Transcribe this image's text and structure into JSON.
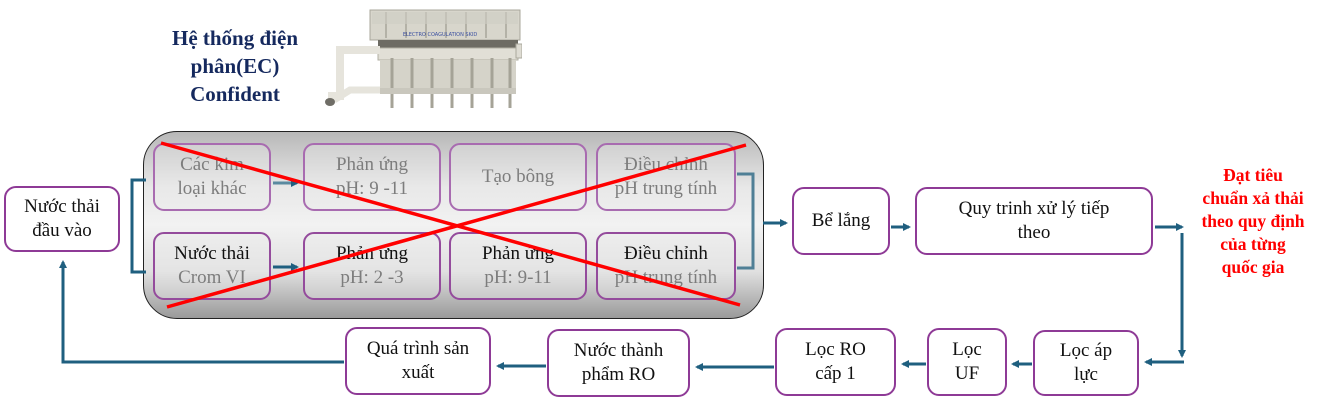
{
  "ec_system": {
    "title_lines": [
      "Hệ thống điện",
      "phân(EC)",
      "Confident"
    ],
    "image_label": "ELECTRO COAGULATION SKID",
    "image_icon": "electro-coagulation-skid-image"
  },
  "input": {
    "line1": "Nước thải",
    "line2": "đầu vào"
  },
  "crossed_out_process": {
    "top_row": [
      {
        "line1": "Các kim",
        "line2": "loại khác"
      },
      {
        "line1": "Phản ứng",
        "line2": "pH: 9 -11"
      },
      {
        "line1": "Tạo bông",
        "line2": ""
      },
      {
        "line1": "Điều chỉnh",
        "line2": "pH trung tính"
      }
    ],
    "bottom_row": [
      {
        "line1": "Nước thải",
        "line2": "Crom VI"
      },
      {
        "line1": "Phản ứng",
        "line2": "pH: 2 -3"
      },
      {
        "line1": "Phản ứng",
        "line2": "pH: 9-11"
      },
      {
        "line1": "Điều chỉnh",
        "line2": "pH trung tính"
      }
    ],
    "cross_color": "#ff0000"
  },
  "main_flow": {
    "settling": "Bể lắng",
    "next_process": {
      "line1": "Quy trinh xử lý tiếp",
      "line2": "theo"
    },
    "result_lines": [
      "Đạt tiêu",
      "chuẩn xả thải",
      "theo quy định",
      "của từng",
      "quốc gia"
    ]
  },
  "return_flow": {
    "pressure_filter": {
      "line1": "Lọc áp",
      "line2": "lực"
    },
    "uf_filter": {
      "line1": "Lọc",
      "line2": "UF"
    },
    "ro_filter": {
      "line1": "Lọc RO",
      "line2": "cấp 1"
    },
    "ro_water": {
      "line1": "Nước thành",
      "line2": "phẩm RO"
    },
    "production": {
      "line1": "Quá trình sản",
      "line2": "xuất"
    }
  },
  "colors": {
    "box_border": "#8e3a96",
    "arrow": "#1f5f7f",
    "title": "#15295e",
    "result_text": "#ff0000"
  }
}
